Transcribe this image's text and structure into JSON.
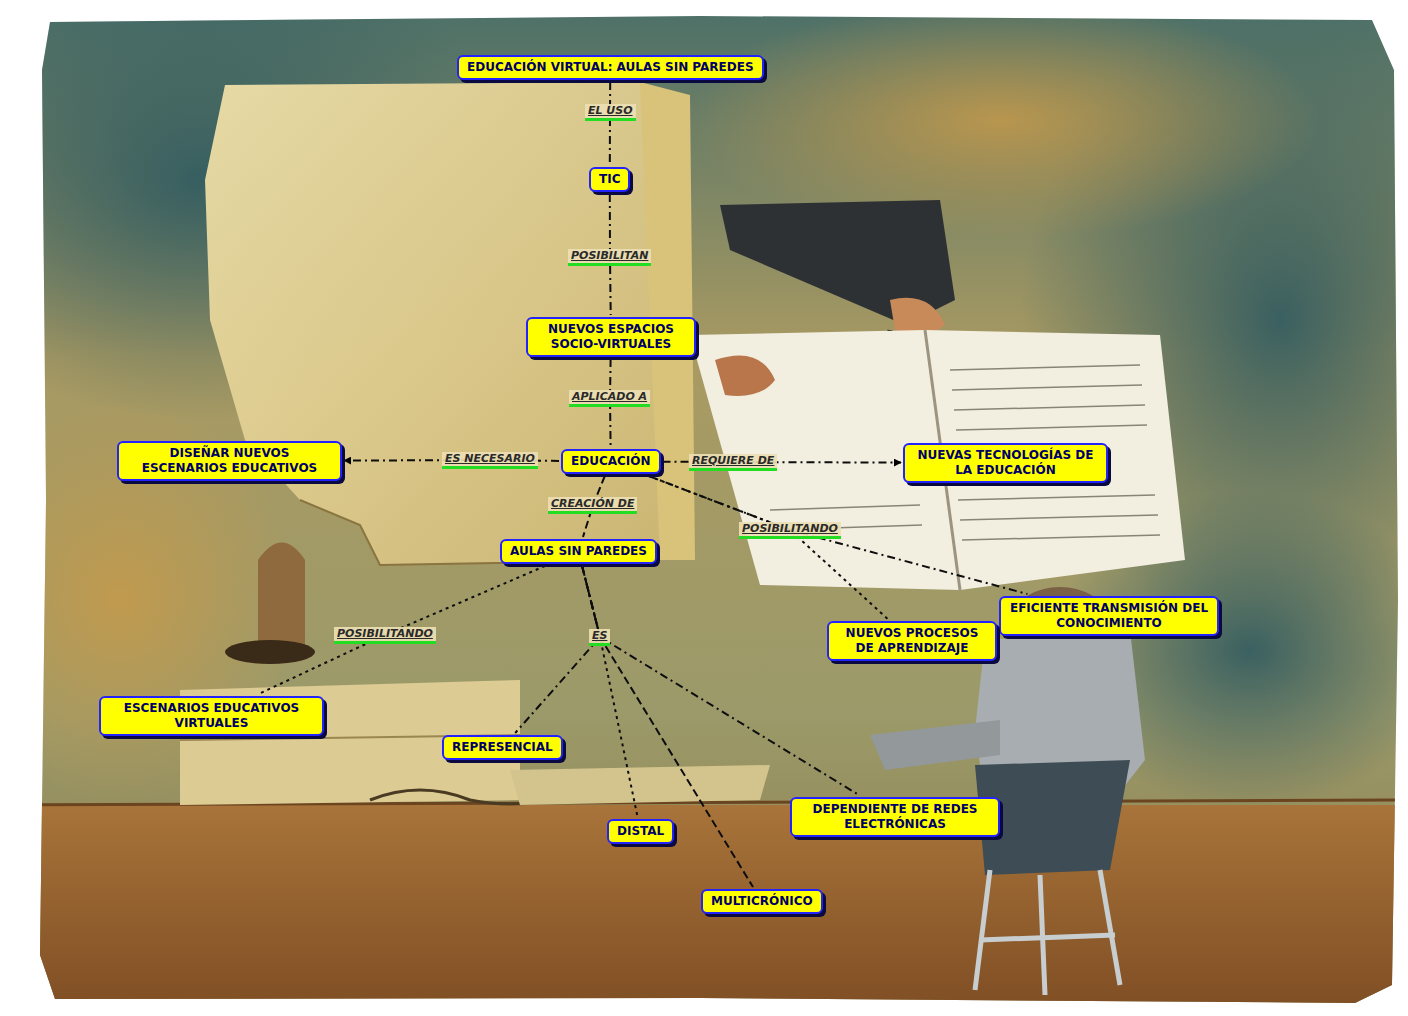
{
  "diagram": {
    "nodes": [
      {
        "text": [
          "EDUCACIÓN VIRTUAL: AULAS SIN PAREDES"
        ]
      },
      {
        "text": [
          "TIC"
        ]
      },
      {
        "text": [
          "NUEVOS ESPACIOS SOCIO-VIRTUALES"
        ]
      },
      {
        "text": [
          "DISEÑAR NUEVOS ESCENARIOS EDUCATIVOS"
        ]
      },
      {
        "text": [
          "EDUCACIÓN"
        ]
      },
      {
        "text": [
          "NUEVAS TECNOLOGÍAS DE LA EDUCACIÓN"
        ]
      },
      {
        "text": [
          "AULAS SIN PAREDES"
        ]
      },
      {
        "text": [
          "EFICIENTE TRANSMISIÓN DEL CONOCIMIENTO"
        ]
      },
      {
        "text": [
          "NUEVOS PROCESOS DE APRENDIZAJE"
        ]
      },
      {
        "text": [
          "ESCENARIOS EDUCATIVOS VIRTUALES"
        ]
      },
      {
        "text": [
          "REPRESENCIAL"
        ]
      },
      {
        "text": [
          "DISTAL"
        ]
      },
      {
        "text": [
          "DEPENDIENTE DE REDES ELECTRÓNICAS"
        ]
      },
      {
        "text": [
          "MULTICRÓNICO"
        ]
      }
    ],
    "edges": [
      {
        "from": 0,
        "to": 1,
        "label": "EL USO",
        "arrow": "none"
      },
      {
        "from": 1,
        "to": 2,
        "label": "POSIBILITAN",
        "arrow": "none"
      },
      {
        "from": 2,
        "to": 4,
        "label": "APLICADO A",
        "arrow": "none"
      },
      {
        "from": 4,
        "to": 3,
        "label": "ES NECESARIO",
        "arrow": "to"
      },
      {
        "from": 4,
        "to": 5,
        "label": "REQUIERE DE",
        "arrow": "to"
      },
      {
        "from": 4,
        "to": 6,
        "label": "CREACIÓN DE",
        "arrow": "none"
      },
      {
        "from": 4,
        "to": 8,
        "label": "POSIBILITANDO",
        "arrow": "none"
      },
      {
        "from": 4,
        "to": 7,
        "arrow": "none"
      },
      {
        "from": 6,
        "to": 9,
        "label": "POSIBILITANDO",
        "arrow": "none"
      },
      {
        "from": 6,
        "to": 10,
        "label": "ES",
        "arrow": "none"
      },
      {
        "from": 6,
        "to": 11,
        "arrow": "none"
      },
      {
        "from": 6,
        "to": 12,
        "arrow": "none"
      },
      {
        "from": 6,
        "to": 13,
        "arrow": "none"
      }
    ]
  }
}
